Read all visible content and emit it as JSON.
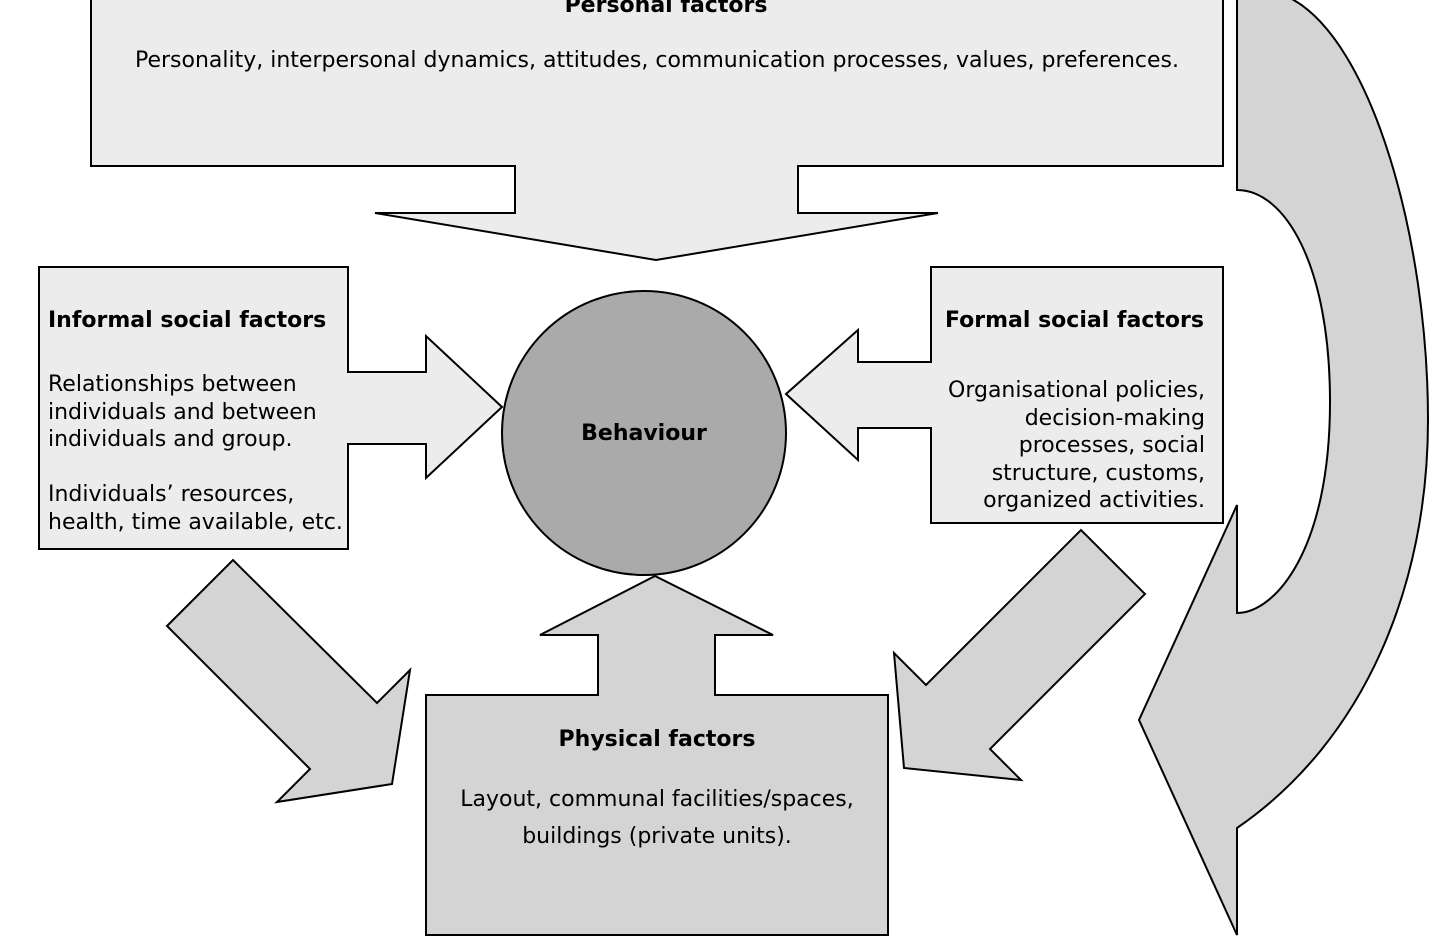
{
  "personal": {
    "title": "Personal factors",
    "body": "Personality, interpersonal dynamics, attitudes, communication processes, values, preferences."
  },
  "informal": {
    "title": "Informal social factors",
    "lines1": [
      "Relationships between",
      "individuals and between",
      "individuals and group."
    ],
    "lines2": [
      "Individuals’ resources,",
      "health, time available, etc."
    ]
  },
  "formal": {
    "title": "Formal social factors",
    "lines": [
      "Organisational policies,",
      "decision-making",
      "processes, social",
      "structure, customs,",
      "organized activities."
    ]
  },
  "behaviour": {
    "label": "Behaviour"
  },
  "physical": {
    "title": "Physical factors",
    "lines": [
      "Layout, communal facilities/spaces,",
      "buildings (private units)."
    ]
  },
  "colors": {
    "light_fill": "#ececec",
    "mid_fill": "#d4d4d4",
    "circle_fill": "#aaaaaa",
    "stroke": "#000000"
  }
}
